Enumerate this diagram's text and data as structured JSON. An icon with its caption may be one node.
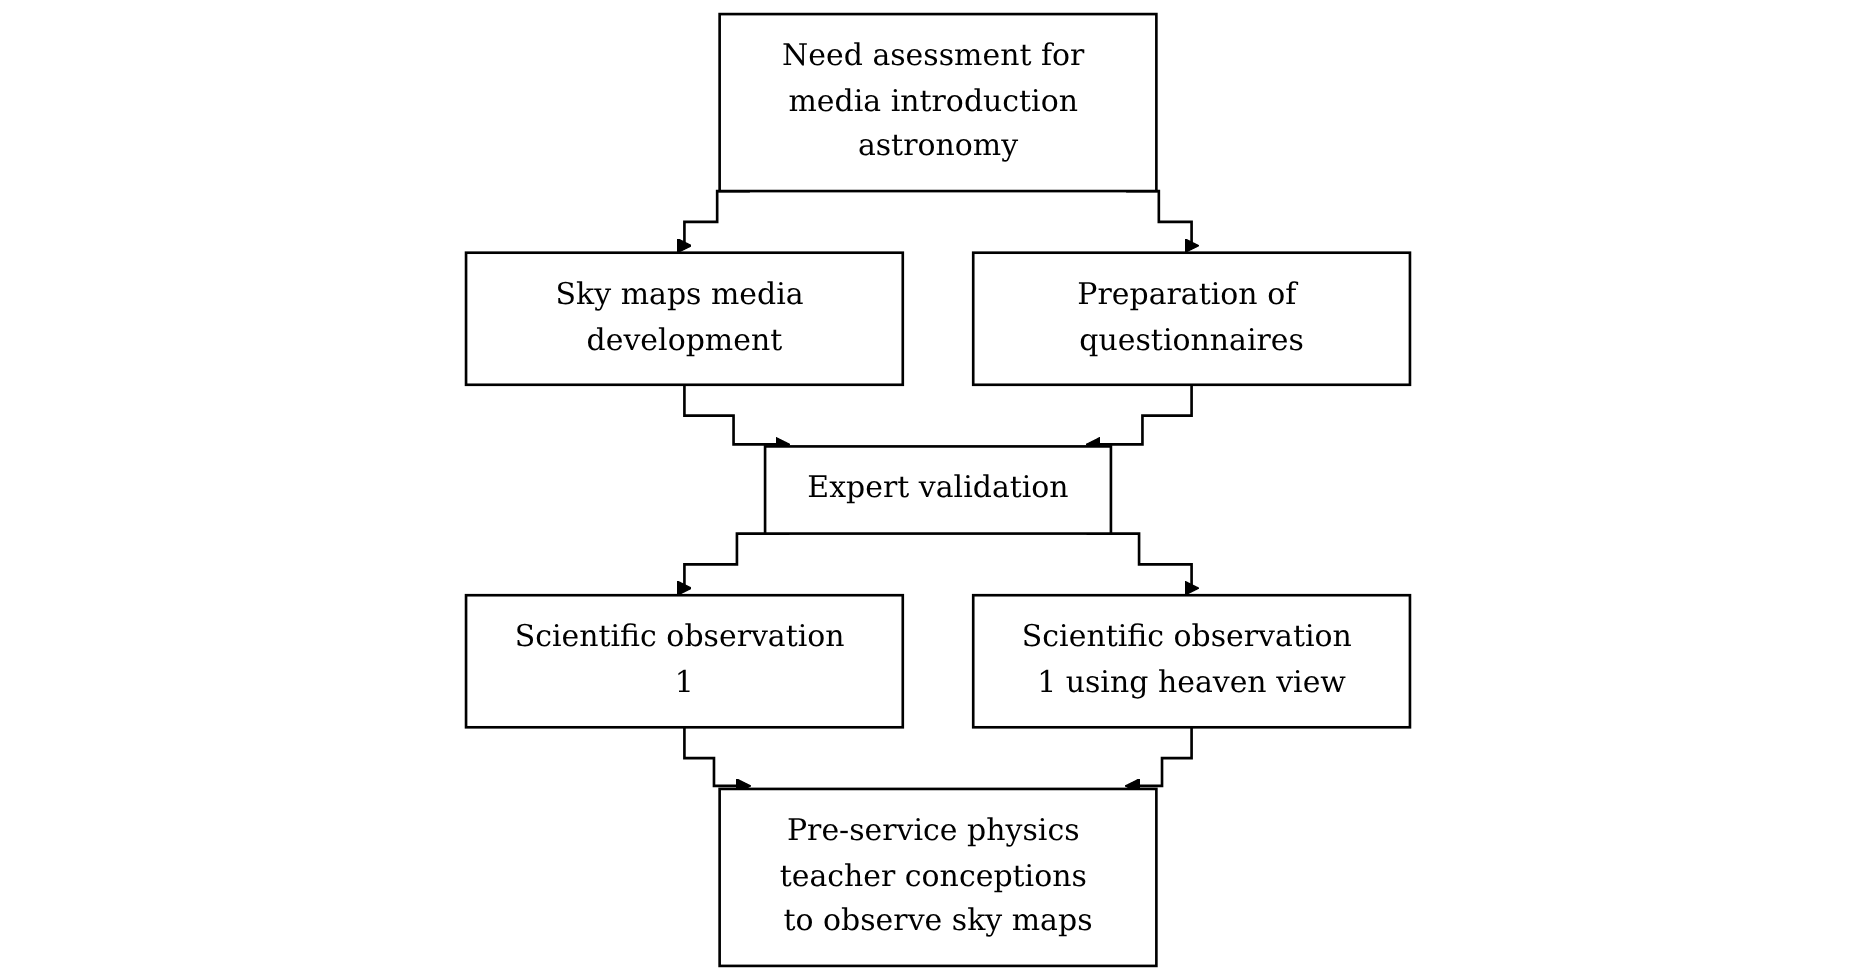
{
  "diagram": {
    "nodes": [
      {
        "text": [
          "Need asessment for media introduction astronomy"
        ]
      },
      {
        "text": [
          "Sky maps media development"
        ]
      },
      {
        "text": [
          "Preparation of questionnaires"
        ]
      },
      {
        "text": [
          "Expert validation"
        ]
      },
      {
        "text": [
          "Scientific observation 1"
        ]
      },
      {
        "text": [
          "Scientific observation 1 using heaven view"
        ]
      },
      {
        "text": [
          "Pre-service physics teacher conceptions to observe sky maps"
        ]
      }
    ],
    "edges": [
      {
        "from": 0,
        "to": 1,
        "arrow": "to"
      },
      {
        "from": 0,
        "to": 2,
        "arrow": "to"
      },
      {
        "from": 1,
        "to": 3,
        "arrow": "to"
      },
      {
        "from": 2,
        "to": 3,
        "arrow": "to"
      },
      {
        "from": 3,
        "to": 4,
        "arrow": "to"
      },
      {
        "from": 3,
        "to": 5,
        "arrow": "to"
      },
      {
        "from": 4,
        "to": 6,
        "arrow": "to"
      },
      {
        "from": 5,
        "to": 6,
        "arrow": "to"
      }
    ]
  }
}
